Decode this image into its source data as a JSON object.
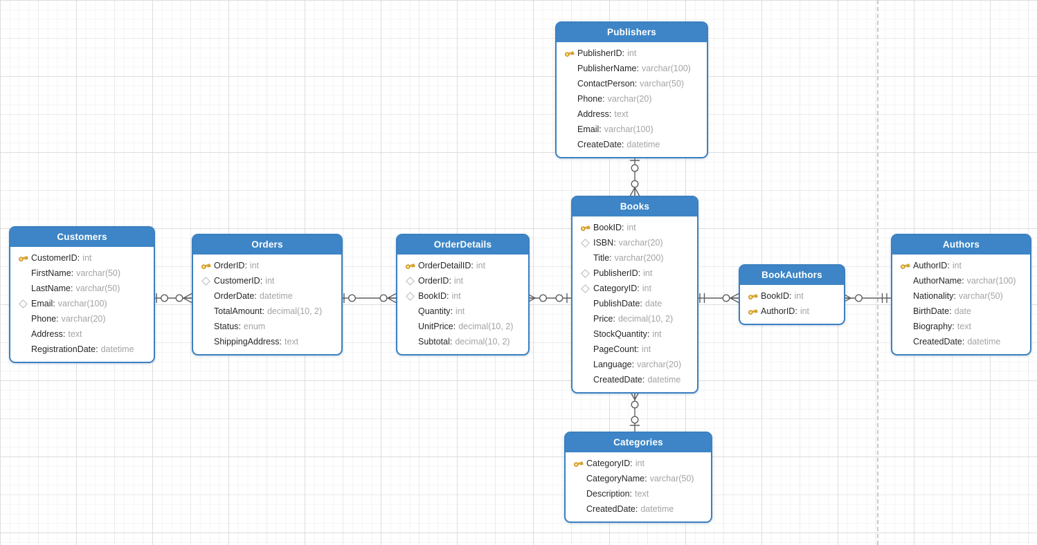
{
  "diagram": {
    "type": "entity-relationship-diagram",
    "colors": {
      "table_header_bg": "#3d85c6",
      "table_border": "#3b80c0",
      "table_body_bg": "#ffffff",
      "field_name_text": "#262626",
      "field_type_text": "#a3a3a3",
      "header_text": "#ffffff",
      "connector_line": "#5e5e5e",
      "primary_key_icon": "#f7c64b",
      "foreign_key_icon": "#b9b9b9",
      "grid_minor": "#f4f4f4",
      "grid_major": "#dddddd",
      "page_break_line": "#c9c9c9"
    },
    "icons": {
      "primary_key": "gold-key-icon",
      "foreign_key": "gray-diamond-icon"
    },
    "tables": [
      {
        "name": "Publishers",
        "fields": [
          {
            "icon": "key",
            "name": "PublisherID",
            "type": "int"
          },
          {
            "icon": "none",
            "name": "PublisherName",
            "type": "varchar(100)"
          },
          {
            "icon": "none",
            "name": "ContactPerson",
            "type": "varchar(50)"
          },
          {
            "icon": "none",
            "name": "Phone",
            "type": "varchar(20)"
          },
          {
            "icon": "none",
            "name": "Address",
            "type": "text"
          },
          {
            "icon": "none",
            "name": "Email",
            "type": "varchar(100)"
          },
          {
            "icon": "none",
            "name": "CreateDate",
            "type": "datetime"
          }
        ]
      },
      {
        "name": "Books",
        "fields": [
          {
            "icon": "key",
            "name": "BookID",
            "type": "int"
          },
          {
            "icon": "diamond",
            "name": "ISBN",
            "type": "varchar(20)"
          },
          {
            "icon": "none",
            "name": "Title",
            "type": "varchar(200)"
          },
          {
            "icon": "diamond",
            "name": "PublisherID",
            "type": "int"
          },
          {
            "icon": "diamond",
            "name": "CategoryID",
            "type": "int"
          },
          {
            "icon": "none",
            "name": "PublishDate",
            "type": "date"
          },
          {
            "icon": "none",
            "name": "Price",
            "type": "decimal(10, 2)"
          },
          {
            "icon": "none",
            "name": "StockQuantity",
            "type": "int"
          },
          {
            "icon": "none",
            "name": "PageCount",
            "type": "int"
          },
          {
            "icon": "none",
            "name": "Language",
            "type": "varchar(20)"
          },
          {
            "icon": "none",
            "name": "CreatedDate",
            "type": "datetime"
          }
        ]
      },
      {
        "name": "Customers",
        "fields": [
          {
            "icon": "key",
            "name": "CustomerID",
            "type": "int"
          },
          {
            "icon": "none",
            "name": "FirstName",
            "type": "varchar(50)"
          },
          {
            "icon": "none",
            "name": "LastName",
            "type": "varchar(50)"
          },
          {
            "icon": "diamond",
            "name": "Email",
            "type": "varchar(100)"
          },
          {
            "icon": "none",
            "name": "Phone",
            "type": "varchar(20)"
          },
          {
            "icon": "none",
            "name": "Address",
            "type": "text"
          },
          {
            "icon": "none",
            "name": "RegistrationDate",
            "type": "datetime"
          }
        ]
      },
      {
        "name": "Orders",
        "fields": [
          {
            "icon": "key",
            "name": "OrderID",
            "type": "int"
          },
          {
            "icon": "diamond",
            "name": "CustomerID",
            "type": "int"
          },
          {
            "icon": "none",
            "name": "OrderDate",
            "type": "datetime"
          },
          {
            "icon": "none",
            "name": "TotalAmount",
            "type": "decimal(10, 2)"
          },
          {
            "icon": "none",
            "name": "Status",
            "type": "enum"
          },
          {
            "icon": "none",
            "name": "ShippingAddress",
            "type": "text"
          }
        ]
      },
      {
        "name": "OrderDetails",
        "fields": [
          {
            "icon": "key",
            "name": "OrderDetailID",
            "type": "int"
          },
          {
            "icon": "diamond",
            "name": "OrderID",
            "type": "int"
          },
          {
            "icon": "diamond",
            "name": "BookID",
            "type": "int"
          },
          {
            "icon": "none",
            "name": "Quantity",
            "type": "int"
          },
          {
            "icon": "none",
            "name": "UnitPrice",
            "type": "decimal(10, 2)"
          },
          {
            "icon": "none",
            "name": "Subtotal",
            "type": "decimal(10, 2)"
          }
        ]
      },
      {
        "name": "BookAuthors",
        "fields": [
          {
            "icon": "key",
            "name": "BookID",
            "type": "int"
          },
          {
            "icon": "key",
            "name": "AuthorID",
            "type": "int"
          }
        ]
      },
      {
        "name": "Authors",
        "fields": [
          {
            "icon": "key",
            "name": "AuthorID",
            "type": "int"
          },
          {
            "icon": "none",
            "name": "AuthorName",
            "type": "varchar(100)"
          },
          {
            "icon": "none",
            "name": "Nationality",
            "type": "varchar(50)"
          },
          {
            "icon": "none",
            "name": "BirthDate",
            "type": "date"
          },
          {
            "icon": "none",
            "name": "Biography",
            "type": "text"
          },
          {
            "icon": "none",
            "name": "CreatedDate",
            "type": "datetime"
          }
        ]
      },
      {
        "name": "Categories",
        "fields": [
          {
            "icon": "key",
            "name": "CategoryID",
            "type": "int"
          },
          {
            "icon": "none",
            "name": "CategoryName",
            "type": "varchar(50)"
          },
          {
            "icon": "none",
            "name": "Description",
            "type": "text"
          },
          {
            "icon": "none",
            "name": "CreatedDate",
            "type": "datetime"
          }
        ]
      }
    ],
    "relationships": [
      {
        "from": "Customers",
        "to": "Orders",
        "from_end": "zero-or-one",
        "to_end": "zero-or-many"
      },
      {
        "from": "Orders",
        "to": "OrderDetails",
        "from_end": "zero-or-one",
        "to_end": "zero-or-many"
      },
      {
        "from": "Books",
        "to": "OrderDetails",
        "from_end": "zero-or-one",
        "to_end": "zero-or-many"
      },
      {
        "from": "Books",
        "to": "BookAuthors",
        "from_end": "exactly-one",
        "to_end": "zero-or-many"
      },
      {
        "from": "Authors",
        "to": "BookAuthors",
        "from_end": "exactly-one",
        "to_end": "zero-or-many"
      },
      {
        "from": "Publishers",
        "to": "Books",
        "from_end": "zero-or-one",
        "to_end": "zero-or-many"
      },
      {
        "from": "Categories",
        "to": "Books",
        "from_end": "zero-or-one",
        "to_end": "zero-or-many"
      }
    ]
  }
}
